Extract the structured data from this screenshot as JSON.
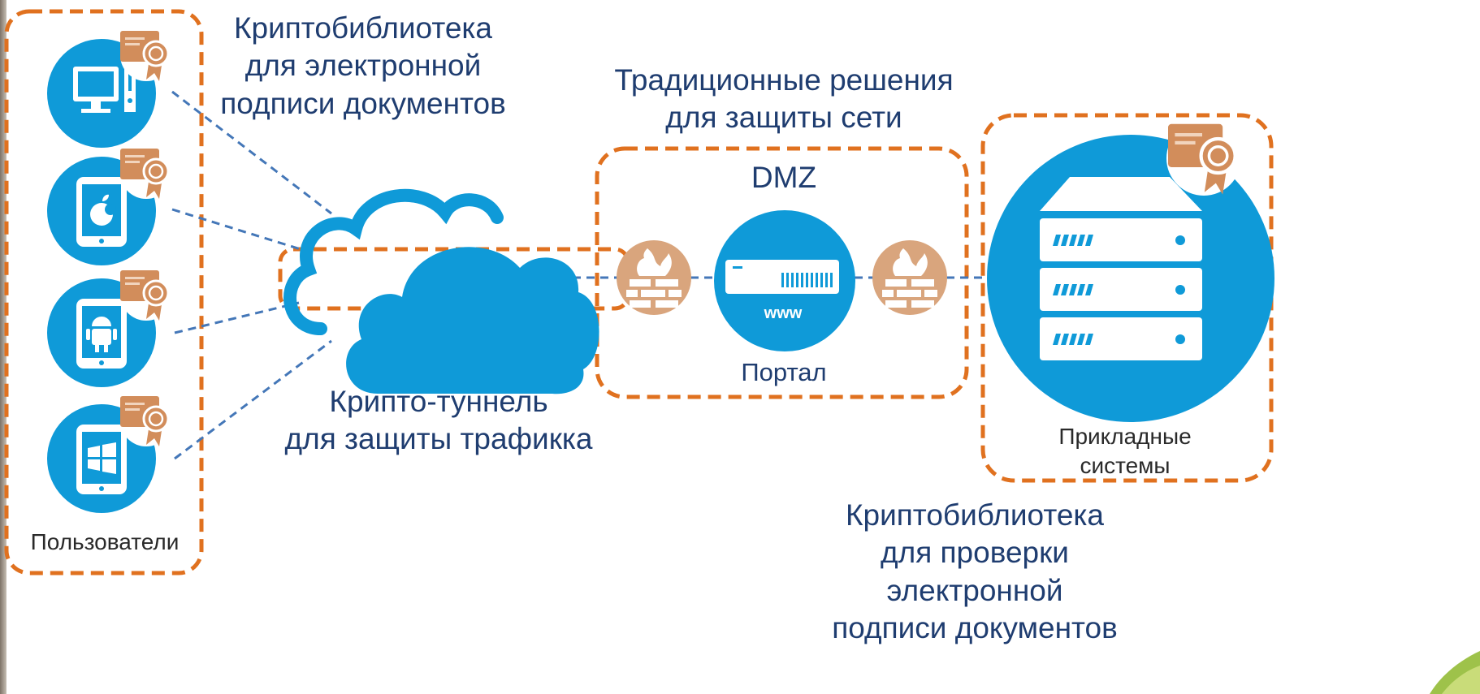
{
  "labels": {
    "users_crypto": "Криптобиблиотека\nдля электронной\nподписи документов",
    "traditional": "Традиционные решения\nдля защиты сети",
    "dmz": "DMZ",
    "portal": "Портал",
    "www": "www",
    "tunnel": "Крипто-туннель\nдля защиты трафикка",
    "apps": "Прикладные\nсистемы",
    "verify_crypto": "Криптобиблиотека\nдля проверки электронной\nподписи документов",
    "users": "Пользователи"
  },
  "device_icons": [
    "desktop-computer-icon",
    "apple-tablet-icon",
    "android-tablet-icon",
    "windows-tablet-icon"
  ],
  "colors": {
    "blue": "#0f9ad8",
    "orange_dash": "#e0711f",
    "firewall": "#d9a57d",
    "certificate": "#d28d5b",
    "line_blue": "#4477b8",
    "text": "#1f3d70"
  }
}
